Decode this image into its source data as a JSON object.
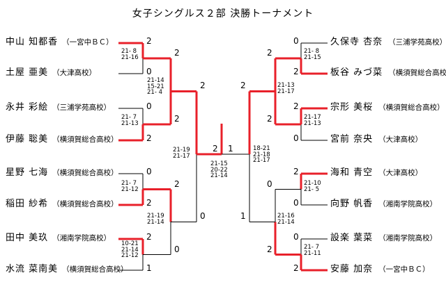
{
  "title": "女子シングルス２部 決勝トーナメント",
  "colors": {
    "winner_line": "#e8202a",
    "line": "#000000"
  },
  "players": [
    {
      "name": "中山 知都香",
      "club": "（一宮中ＢＣ）"
    },
    {
      "name": "土屋 亜美",
      "club": "（大津高校）"
    },
    {
      "name": "永井 彩絵",
      "club": "（三浦学苑高校）"
    },
    {
      "name": "伊藤 聡美",
      "club": "（横須賀総合高校）"
    },
    {
      "name": "星野 七海",
      "club": "（横須賀総合高校）"
    },
    {
      "name": "稲田 紗希",
      "club": "（横須賀総合高校）"
    },
    {
      "name": "田中 美玖",
      "club": "（湘南学院高校）"
    },
    {
      "name": "水流 菜南美",
      "club": "（横須賀総合高校）"
    },
    {
      "name": "久保寺 杏奈",
      "club": "（三浦学苑高校）"
    },
    {
      "name": "板谷 みづ菜",
      "club": "（横須賀総合高校）"
    },
    {
      "name": "宗形 美桜",
      "club": "（横須賀総合高校）"
    },
    {
      "name": "宮前 奈央",
      "club": "（大津高校）"
    },
    {
      "name": "海和 青空",
      "club": "（大津高校）"
    },
    {
      "name": "向野 帆香",
      "club": "（湘南学院高校）"
    },
    {
      "name": "設楽 葉菜",
      "club": "（湘南学院高校）"
    },
    {
      "name": "安藤 加奈",
      "club": "（一宮中ＢＣ）"
    }
  ],
  "results": {
    "l1": [
      "2",
      "0",
      "0",
      "2",
      "0",
      "2",
      "2",
      "1"
    ],
    "l2": [
      "2",
      "2",
      "2",
      "0"
    ],
    "l3": [
      "2",
      "0"
    ],
    "final_left": "2",
    "final_right": "1",
    "r3": [
      "2",
      "1"
    ],
    "r2": [
      "2",
      "2",
      "0",
      "2"
    ],
    "r1": [
      "0",
      "2",
      "2",
      "0",
      "2",
      "0",
      "0",
      "2"
    ]
  },
  "scores": {
    "l1": [
      "21- 8\n21-16",
      "21- 7\n21-13",
      "21- 7\n21-12",
      "10-21\n21-14\n21-12"
    ],
    "l2": [
      "21-14\n15-21\n21- 4",
      "21-19\n21-14"
    ],
    "l3": "21-19\n21-17",
    "final": "21-15\n20-22\n21-14",
    "r3": "18-21\n21-18\n21-17",
    "r2": [
      "21-13\n21-17",
      "21-16\n21-14"
    ],
    "r1": [
      "21- 8\n21-15",
      "21-17\n21-13",
      "21-10\n21- 5",
      "21- 7\n21-11"
    ]
  }
}
